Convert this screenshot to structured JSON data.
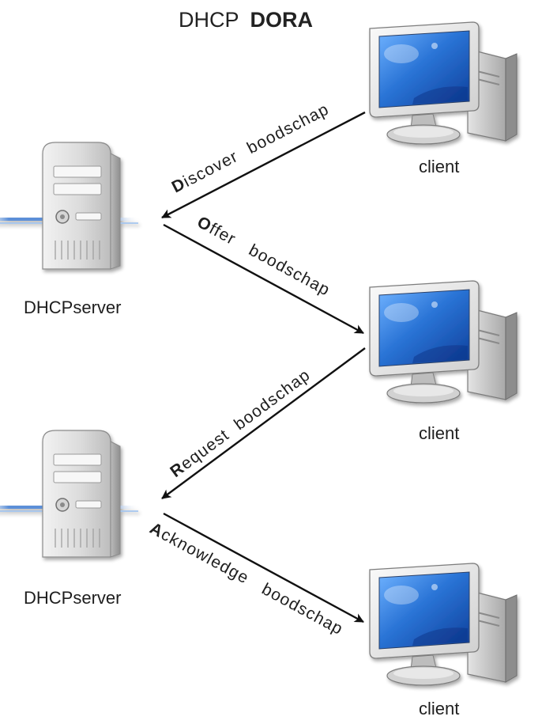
{
  "title": {
    "prefix": "DHCP",
    "emphasis": "DORA"
  },
  "servers": [
    {
      "label": "DHCPserver",
      "icon": "server-tower-icon"
    },
    {
      "label": "DHCPserver",
      "icon": "server-tower-icon"
    }
  ],
  "clients": [
    {
      "label": "client",
      "icon": "desktop-computer-icon"
    },
    {
      "label": "client",
      "icon": "desktop-computer-icon"
    },
    {
      "label": "client",
      "icon": "desktop-computer-icon"
    }
  ],
  "messages": [
    {
      "initial": "D",
      "rest": "iscover",
      "word2": "boodschap"
    },
    {
      "initial": "O",
      "rest": "ffer",
      "word2": "boodschap"
    },
    {
      "initial": "R",
      "rest": "equest",
      "word2": "boodschap"
    },
    {
      "initial": "A",
      "rest": "cknowledge",
      "word2": "boodschap"
    }
  ],
  "colors": {
    "screen_blue": "#2a74d6",
    "server_gray": "#d9d9d9",
    "network_line_blue": "#5b8fd8"
  }
}
